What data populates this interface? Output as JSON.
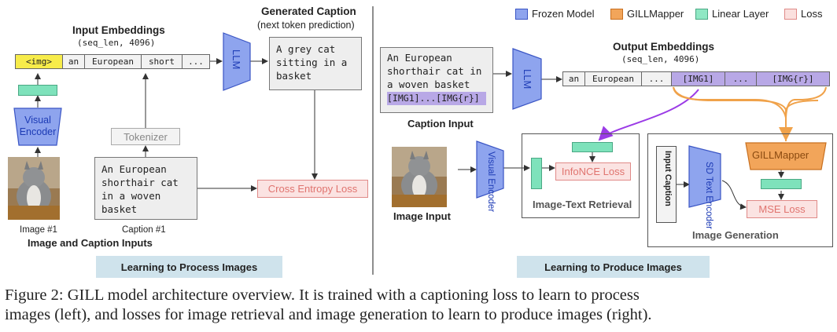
{
  "left": {
    "input_embeddings_title": "Input Embeddings",
    "input_embeddings_shape": "(seq_len, 4096)",
    "tokens": [
      "<img>",
      "an",
      "European",
      "short",
      "..."
    ],
    "visual_encoder": "Visual Encoder",
    "tokenizer": "Tokenizer",
    "llm": "LLM",
    "generated_caption_title": "Generated Caption",
    "generated_caption_sub": "(next token prediction)",
    "generated_caption_text": "A grey cat sitting in a basket",
    "caption_text": "An European shorthair cat in a woven basket",
    "cross_entropy": "Cross Entropy Loss",
    "image_label": "Image #1",
    "caption_label": "Caption #1",
    "inputs_title": "Image and Caption Inputs",
    "banner": "Learning to Process Images"
  },
  "right": {
    "legend": [
      {
        "label": "Frozen Model",
        "color": "#8ea4ee"
      },
      {
        "label": "GILLMapper",
        "color": "#f2a55a"
      },
      {
        "label": "Linear Layer",
        "color": "#8fe8c4"
      },
      {
        "label": "Loss",
        "color": "#fbe0de"
      }
    ],
    "caption_input_text": "An European shorthair cat in a woven basket",
    "caption_input_img_tokens": "[IMG1]...[IMG{r}]",
    "caption_input_label": "Caption Input",
    "llm": "LLM",
    "output_embeddings_title": "Output Embeddings",
    "output_embeddings_shape": "(seq_len, 4096)",
    "tokens": [
      "an",
      "European",
      "...",
      "[IMG1]",
      "...",
      "[IMG{r}]"
    ],
    "visual_encoder": "Visual Encoder",
    "infonce": "InfoNCE Loss",
    "retrieval_title": "Image-Text Retrieval",
    "image_input_label": "Image Input",
    "input_caption": "Input Caption",
    "sd_text_encoder": "SD Text Encoder",
    "gillmapper": "GILLMapper",
    "mse": "MSE Loss",
    "generation_title": "Image Generation",
    "banner": "Learning to Produce Images"
  },
  "figure_caption": {
    "line1": "Figure 2: GILL model architecture overview. It is trained with a captioning loss to learn to process",
    "line2": "images (left), and losses for image retrieval and image generation to learn to produce images (right)."
  }
}
